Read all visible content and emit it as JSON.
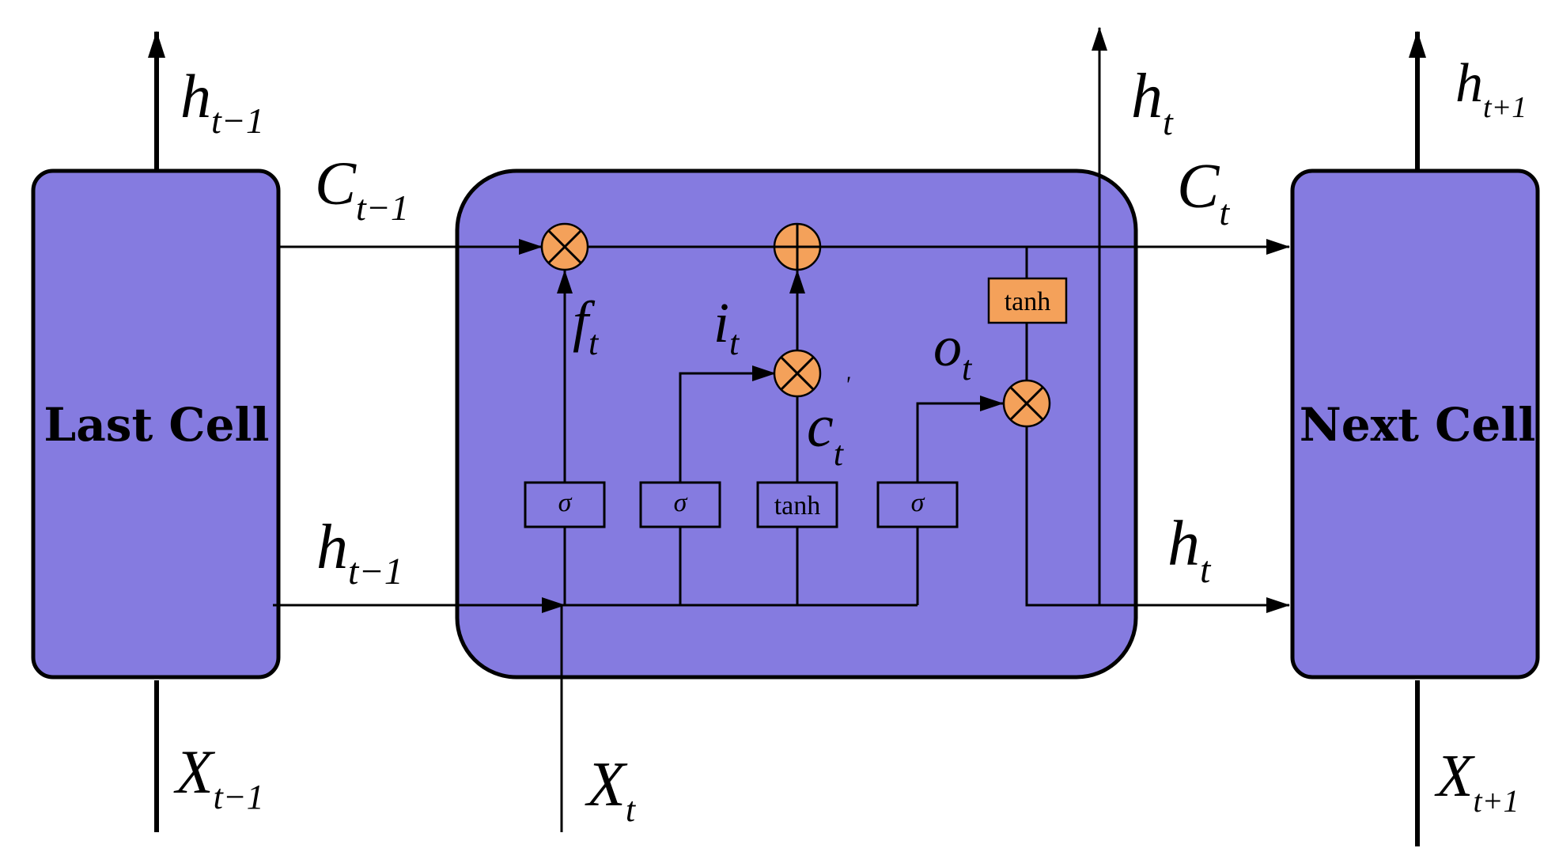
{
  "cells": {
    "last": "Last Cell",
    "next": "Next Cell"
  },
  "gates": {
    "forget": "σ",
    "input": "σ",
    "candidate": "tanh",
    "output": "σ",
    "cell_tanh": "tanh"
  },
  "labels": {
    "h_prev_top": {
      "base": "h",
      "sub": "t−1"
    },
    "c_prev": {
      "base": "C",
      "sub": "t−1"
    },
    "h_prev_mid": {
      "base": "h",
      "sub": "t−1"
    },
    "x_prev": {
      "base": "X",
      "sub": "t−1"
    },
    "x_t": {
      "base": "X",
      "sub": "t"
    },
    "h_t_top": {
      "base": "h",
      "sub": "t"
    },
    "c_t": {
      "base": "C",
      "sub": "t"
    },
    "h_t_mid": {
      "base": "h",
      "sub": "t"
    },
    "h_next_top": {
      "base": "h",
      "sub": "t+1"
    },
    "x_next": {
      "base": "X",
      "sub": "t+1"
    },
    "f_t": {
      "base": "f",
      "sub": "t"
    },
    "i_t": {
      "base": "i",
      "sub": "t"
    },
    "c_tilde": {
      "base": "c",
      "sub": "t",
      "sup": "'"
    },
    "o_t": {
      "base": "o",
      "sub": "t"
    }
  },
  "colors": {
    "cell_fill": "#857be0",
    "operator_fill": "#f4a15a",
    "stroke": "#000000"
  }
}
